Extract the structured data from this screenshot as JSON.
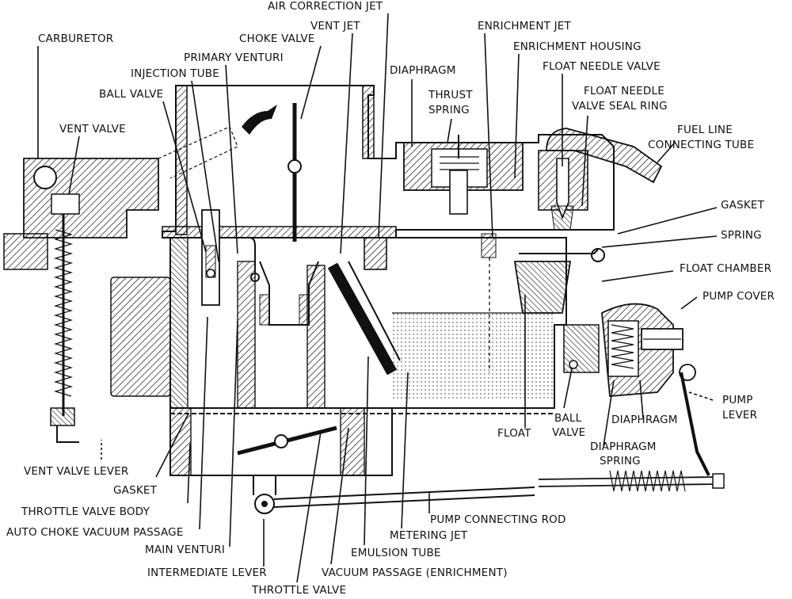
{
  "labels": {
    "carburetor": "CARBURETOR",
    "vent_valve": "VENT VALVE",
    "ball_valve_top": "BALL VALVE",
    "injection_tube": "INJECTION TUBE",
    "primary_venturi": "PRIMARY VENTURI",
    "choke_valve": "CHOKE VALVE",
    "air_correction_jet": "AIR CORRECTION JET",
    "vent_jet": "VENT JET",
    "diaphragm_top": "DIAPHRAGM",
    "thrust_spring_1": "THRUST",
    "thrust_spring_2": "SPRING",
    "enrichment_jet": "ENRICHMENT JET",
    "enrichment_housing": "ENRICHMENT HOUSING",
    "float_needle_valve": "FLOAT NEEDLE VALVE",
    "float_needle_seal_1": "FLOAT NEEDLE",
    "float_needle_seal_2": "VALVE SEAL RING",
    "fuel_line_1": "FUEL LINE",
    "fuel_line_2": "CONNECTING TUBE",
    "gasket_right": "GASKET",
    "spring": "SPRING",
    "float_chamber": "FLOAT CHAMBER",
    "pump_cover": "PUMP COVER",
    "pump_lever_1": "PUMP",
    "pump_lever_2": "LEVER",
    "diaphragm_bottom": "DIAPHRAGM",
    "diaphragm_spring_1": "DIAPHRAGM",
    "diaphragm_spring_2": "SPRING",
    "ball_valve_bottom_1": "BALL",
    "ball_valve_bottom_2": "VALVE",
    "float": "FLOAT",
    "vent_valve_lever": "VENT VALVE LEVER",
    "gasket_left": "GASKET",
    "throttle_valve_body": "THROTTLE VALVE BODY",
    "auto_choke": "AUTO CHOKE VACUUM PASSAGE",
    "main_venturi": "MAIN VENTURI",
    "intermediate_lever": "INTERMEDIATE LEVER",
    "throttle_valve": "THROTTLE VALVE",
    "vacuum_passage": "VACUUM PASSAGE (ENRICHMENT)",
    "emulsion_tube": "EMULSION TUBE",
    "metering_jet": "METERING JET",
    "pump_connecting_rod": "PUMP CONNECTING ROD"
  }
}
